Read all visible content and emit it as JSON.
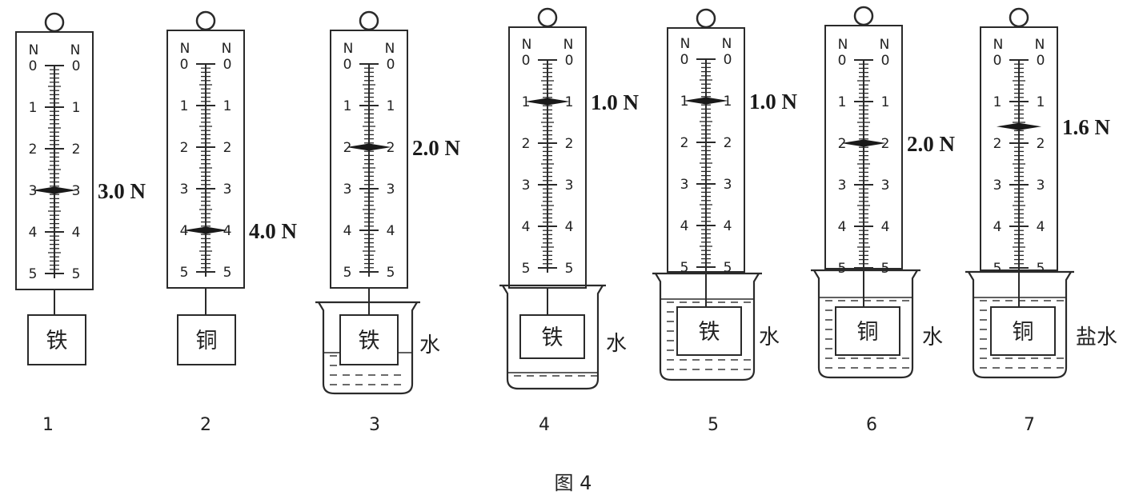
{
  "figure_caption": "图 4",
  "unit_label": "N",
  "scale_ticks": [
    "0",
    "1",
    "2",
    "3",
    "4",
    "5"
  ],
  "colors": {
    "ink": "#2a2a2a",
    "pointer": "#1a1a1a"
  },
  "setups": [
    {
      "number": "1",
      "reading": "3.0 N",
      "value": 3.0,
      "object": "铁",
      "liquid": ""
    },
    {
      "number": "2",
      "reading": "4.0 N",
      "value": 4.0,
      "object": "铜",
      "liquid": ""
    },
    {
      "number": "3",
      "reading": "2.0 N",
      "value": 2.0,
      "object": "铁",
      "liquid": "水"
    },
    {
      "number": "4",
      "reading": "1.0 N",
      "value": 1.0,
      "object": "铁",
      "liquid": "水"
    },
    {
      "number": "5",
      "reading": "1.0 N",
      "value": 1.0,
      "object": "铁",
      "liquid": "水"
    },
    {
      "number": "6",
      "reading": "2.0 N",
      "value": 2.0,
      "object": "铜",
      "liquid": "水"
    },
    {
      "number": "7",
      "reading": "1.6 N",
      "value": 1.6,
      "object": "铜",
      "liquid": "盐水"
    }
  ]
}
